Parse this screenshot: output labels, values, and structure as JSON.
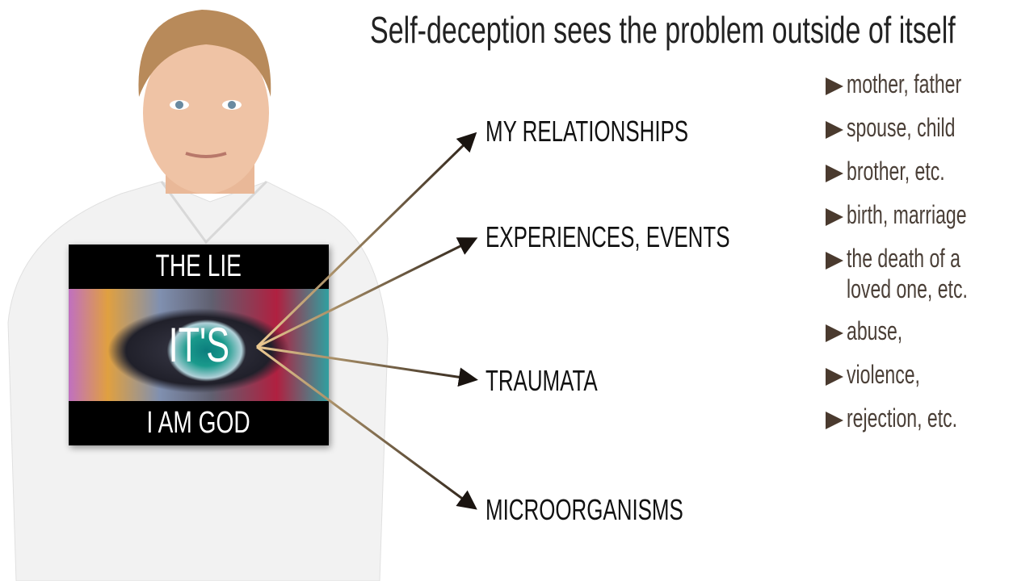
{
  "title": "Self-deception sees the problem outside of itself",
  "card": {
    "top": "THE LIE",
    "middle": "IT'S",
    "bottom": "I AM GOD"
  },
  "labels": [
    "MY RELATIONSHIPS",
    "EXPERIENCES, EVENTS",
    "TRAUMATA",
    "MICROORGANISMS"
  ],
  "list": [
    {
      "text": "mother, father"
    },
    {
      "text": "spouse, child"
    },
    {
      "text": "brother, etc."
    },
    {
      "text": "birth, marriage"
    },
    {
      "text": "the death of a",
      "cont": "loved one, etc."
    },
    {
      "text": "abuse,"
    },
    {
      "text": "violence,"
    },
    {
      "text": "rejection, etc."
    }
  ],
  "colors": {
    "arrow_start": "#e8c890",
    "arrow_end": "#2a2018",
    "bullet": "#4a3a2e",
    "list_text": "#4a3f37"
  }
}
